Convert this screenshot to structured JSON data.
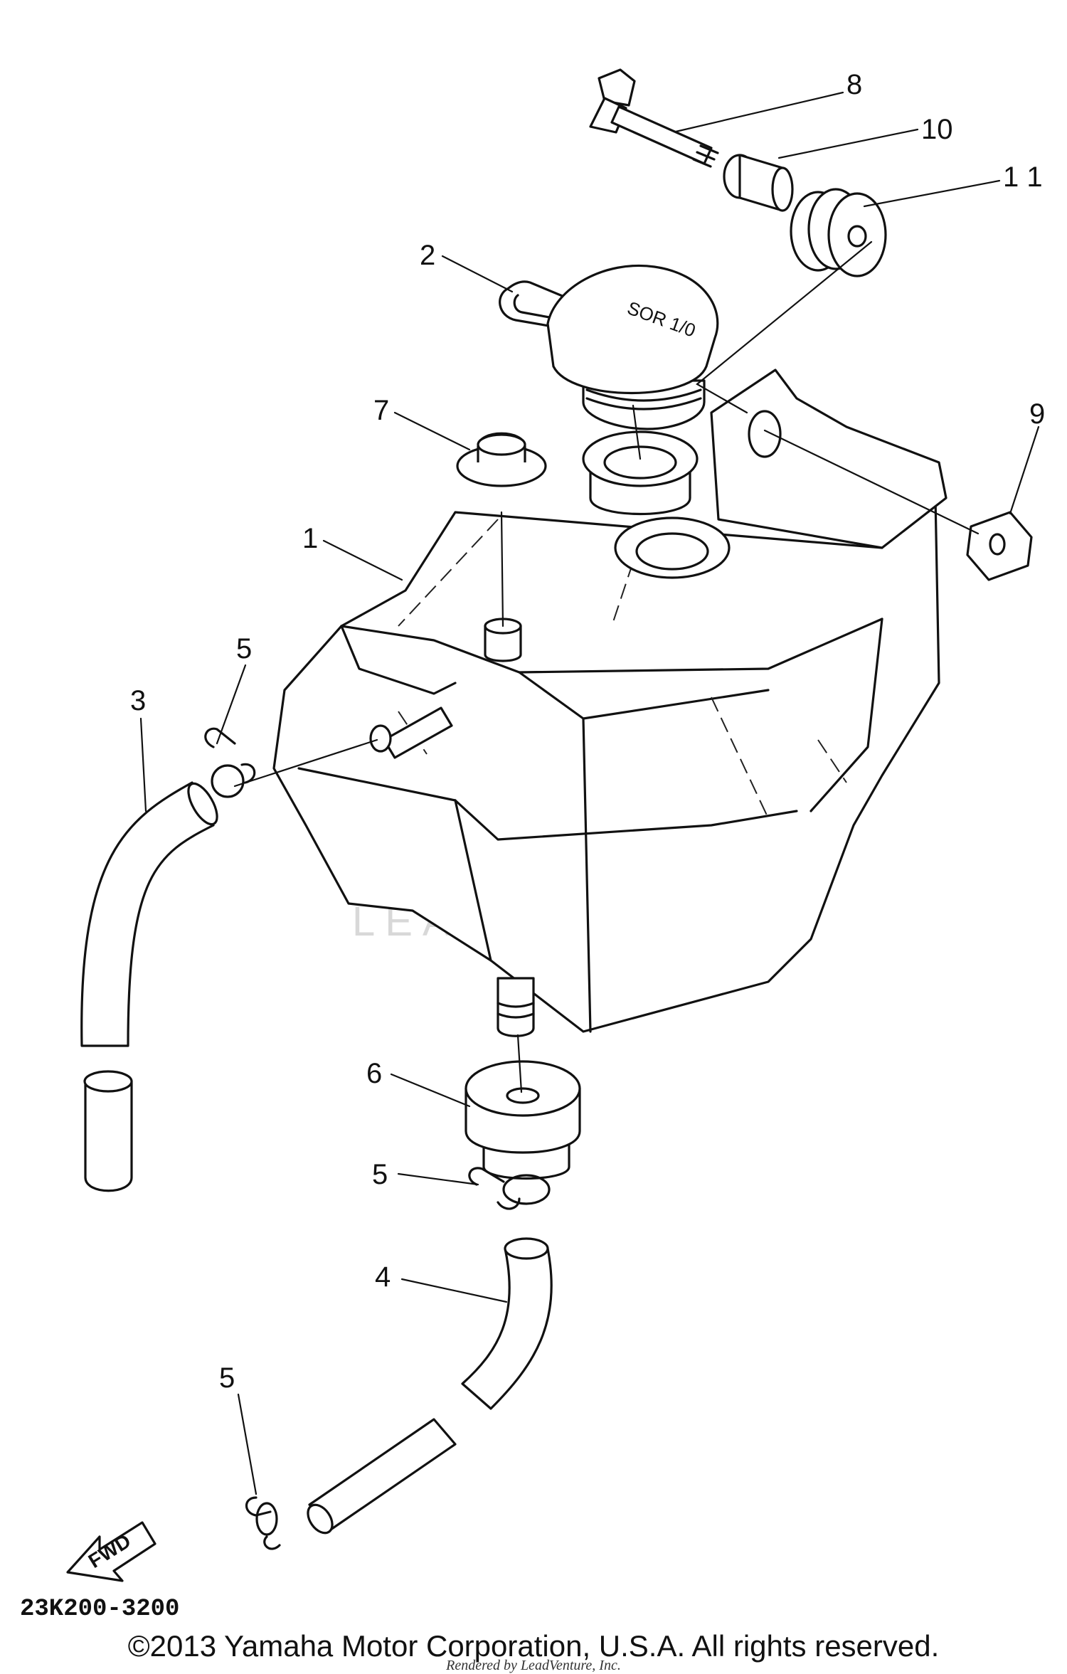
{
  "diagram": {
    "callouts": [
      {
        "id": "8",
        "label": "8"
      },
      {
        "id": "10",
        "label": "10"
      },
      {
        "id": "11",
        "label": "1 1"
      },
      {
        "id": "2",
        "label": "2"
      },
      {
        "id": "7",
        "label": "7"
      },
      {
        "id": "9",
        "label": "9"
      },
      {
        "id": "1",
        "label": "1"
      },
      {
        "id": "5a",
        "label": "5"
      },
      {
        "id": "3",
        "label": "3"
      },
      {
        "id": "6",
        "label": "6"
      },
      {
        "id": "5b",
        "label": "5"
      },
      {
        "id": "4",
        "label": "4"
      },
      {
        "id": "5c",
        "label": "5"
      }
    ],
    "cap_marking": "SOR 1/0",
    "fwd_label": "FWD",
    "part_number": "23K200-3200",
    "watermark": "LEADVENTURE"
  },
  "footer": {
    "copyright": "©2013 Yamaha Motor Corporation, U.S.A. All rights reserved.",
    "rendered_by": "Rendered by LeadVenture, Inc."
  }
}
